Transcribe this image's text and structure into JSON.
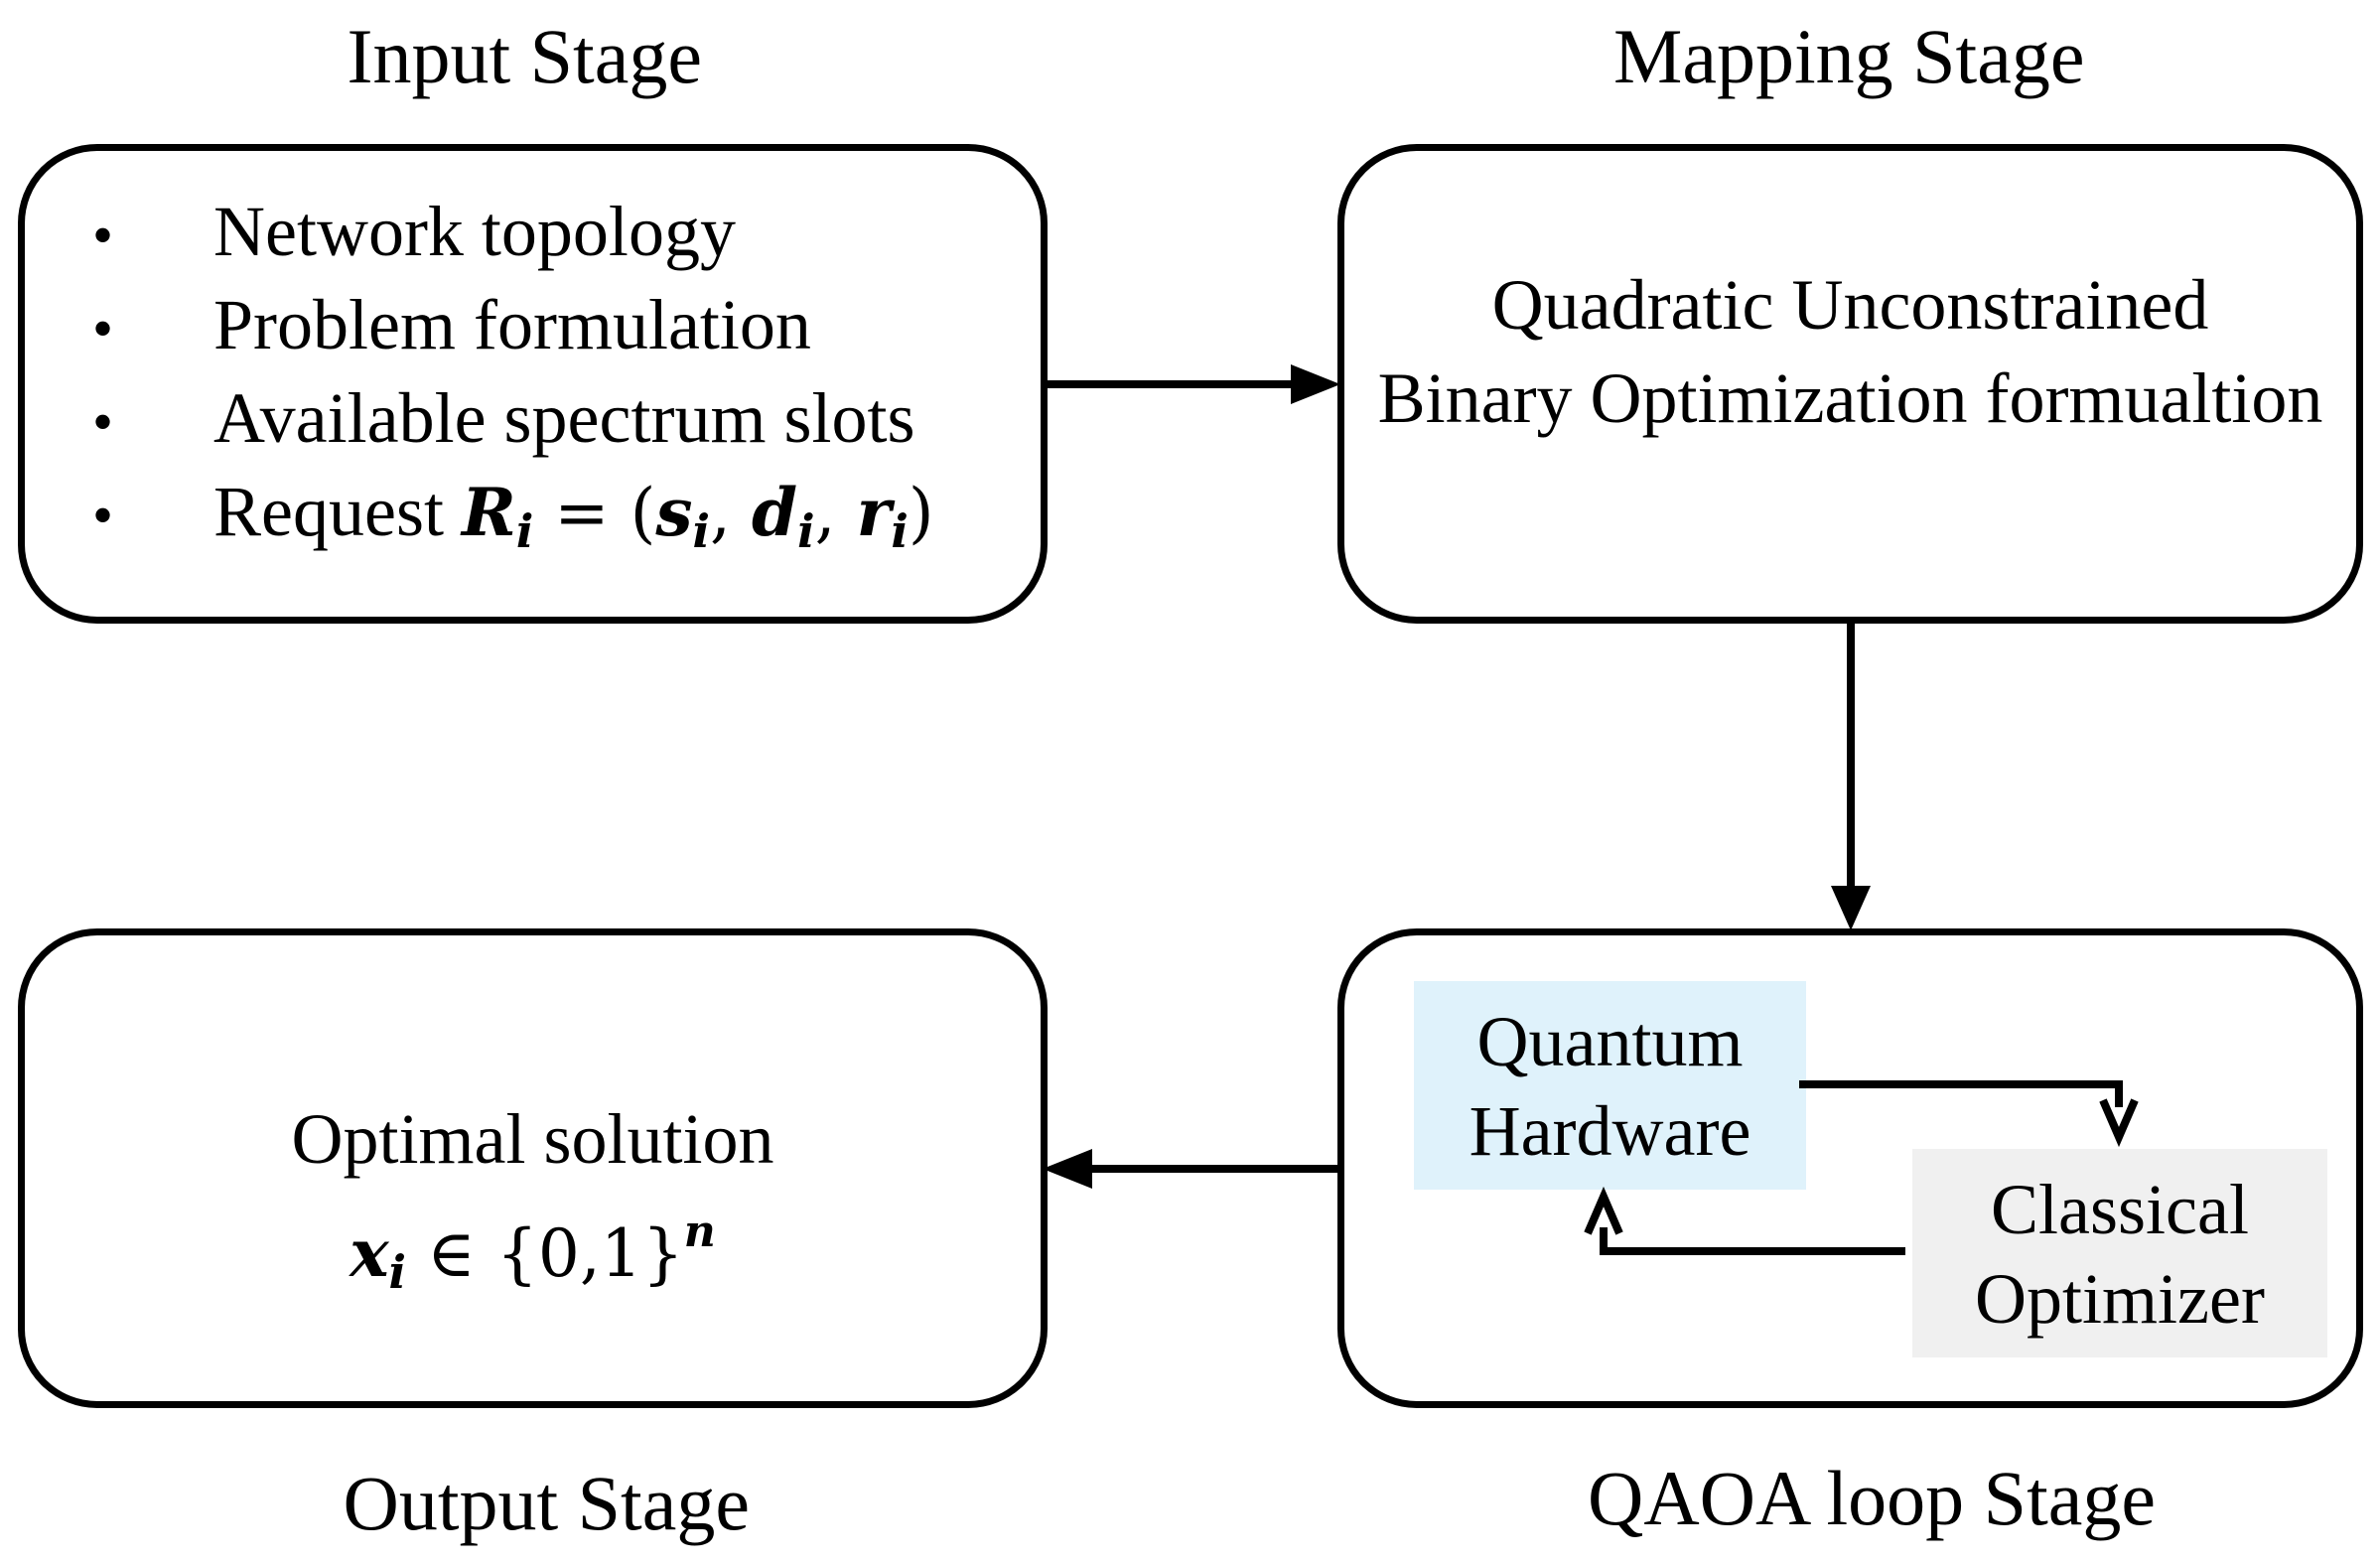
{
  "stages": {
    "input": "Input Stage",
    "mapping": "Mapping Stage",
    "output": "Output Stage",
    "qaoa": "QAOA loop Stage"
  },
  "input_box": {
    "items": [
      "Network topology",
      "Problem formulation",
      "Available spectrum slots",
      "Request "
    ],
    "bullet": "•",
    "request_formula": {
      "R": "R",
      "R_sub": "i",
      "eq": " = (",
      "s": "s",
      "s_sub": "i",
      "sep1": ", ",
      "d": "d",
      "d_sub": "i",
      "sep2": ", ",
      "r": "r",
      "r_sub": "i",
      "close": ")"
    }
  },
  "mapping_box": {
    "line1": "Quadratic Unconstrained",
    "line2": "Binary Optimization formualtion"
  },
  "qaoa_box": {
    "quantum_line1": "Quantum",
    "quantum_line2": "Hardware",
    "classical_line1": "Classical",
    "classical_line2": "Optimizer",
    "colors": {
      "quantum_bg": "#dff2fb",
      "classical_bg": "#f0f0f0"
    }
  },
  "output_box": {
    "label": "Optimal solution",
    "formula": {
      "x": "x",
      "x_sub": "i",
      "rel": " ∈ {0,1}",
      "sup": "n"
    }
  }
}
